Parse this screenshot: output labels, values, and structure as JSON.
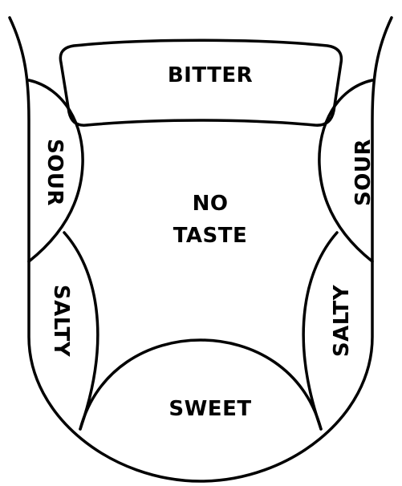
{
  "diagram": {
    "colors": {
      "stroke": "#000000",
      "background": "#ffffff",
      "text": "#000000"
    },
    "labels": {
      "bitter": "BITTER",
      "sour_left": "SOUR",
      "sour_right": "SOUR",
      "no_taste_line1": "NO",
      "no_taste_line2": "TASTE",
      "salty_left": "SALTY",
      "salty_right": "SALTY",
      "sweet": "SWEET"
    }
  }
}
